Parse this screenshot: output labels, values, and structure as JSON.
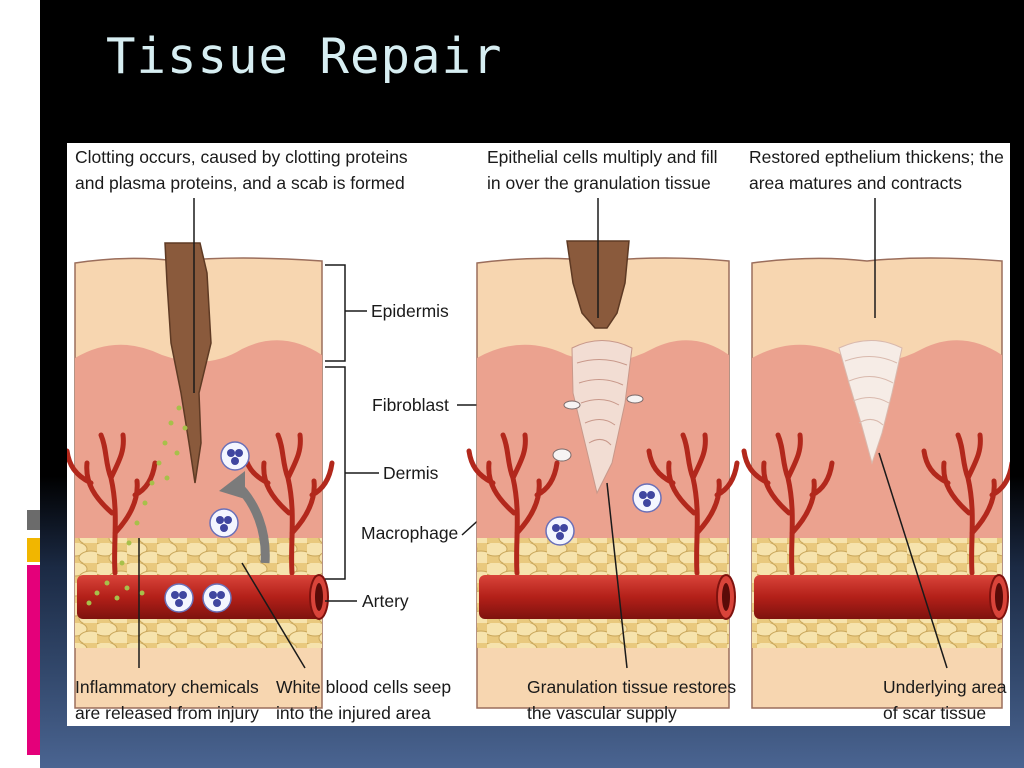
{
  "slide": {
    "title": "Tissue Repair"
  },
  "figure": {
    "panel1": {
      "caption_top": [
        "Clotting occurs, caused by clotting proteins",
        "and plasma proteins, and a scab is formed"
      ],
      "caption_bottom_left": [
        "Inflammatory chemicals",
        "are released from injury"
      ],
      "caption_bottom_right": [
        "White blood cells seep",
        "into the injured area"
      ]
    },
    "panel2": {
      "caption_top": [
        "Epithelial cells multiply and fill",
        "in over the granulation tissue"
      ],
      "caption_bottom": [
        "Granulation tissue restores",
        "the vascular supply"
      ]
    },
    "panel3": {
      "caption_top": [
        "Restored epthelium thickens; the",
        "area matures and contracts"
      ],
      "caption_bottom": [
        "Underlying area",
        "of scar tissue"
      ]
    },
    "labels": {
      "epidermis": "Epidermis",
      "fibroblast": "Fibroblast",
      "dermis": "Dermis",
      "macrophage": "Macrophage",
      "artery": "Artery"
    }
  },
  "colors": {
    "epidermis": "#f7d6b0",
    "dermis": "#eba28f",
    "fat": "#f3dc9a",
    "artery": "#c22a22",
    "scab": "#8a5a3c"
  }
}
